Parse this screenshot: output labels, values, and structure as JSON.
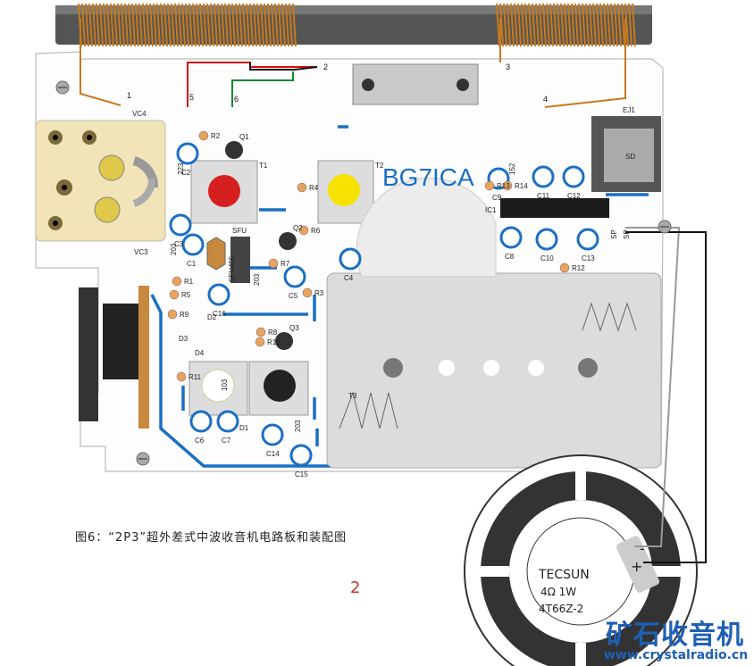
{
  "board_title": "BG7ICA",
  "caption": "图6：“2P3”超外差式中波收音机电路板和装配图",
  "page_number": "2",
  "watermark": {
    "title": "矿石收音机",
    "url": "www.crystalradio.cn"
  },
  "connector": "EJ1",
  "jack_label": "SD",
  "ic": "IC1",
  "filter": "SFU455",
  "speaker": {
    "brand": "TECSUN",
    "spec": "4Ω  1W",
    "model": "4T66Z-2",
    "plus": "+",
    "minus": "-"
  },
  "wire_pins": [
    "1",
    "2",
    "3",
    "4",
    "5",
    "6"
  ],
  "cap_markings": [
    "223",
    "203",
    "203",
    "203",
    "152",
    "103"
  ],
  "speaker_pads": [
    "SP",
    "SP"
  ],
  "components": {
    "transistors": [
      "Q1",
      "Q2",
      "Q3"
    ],
    "transformers": [
      "T1",
      "T2",
      "T3"
    ],
    "resistors": [
      "R1",
      "R2",
      "R3",
      "R4",
      "R5",
      "R6",
      "R7",
      "R8",
      "R9",
      "R10",
      "R11",
      "R12",
      "R13",
      "R14"
    ],
    "capacitors": [
      "C1",
      "C2",
      "C3",
      "C4",
      "C5",
      "C6",
      "C7",
      "C8",
      "C9",
      "C10",
      "C11",
      "C12",
      "C13",
      "C14",
      "C15",
      "C16"
    ],
    "diodes": [
      "D1",
      "D2",
      "D3",
      "D4"
    ],
    "variable_caps": [
      "VC3",
      "VC4"
    ]
  },
  "colors": {
    "pcb": "#ffffff",
    "trace": "#1a6fc4",
    "wire_red": "#d01010",
    "wire_green": "#138a2e",
    "wire_black": "#111111",
    "coil": "#c77a1e"
  }
}
